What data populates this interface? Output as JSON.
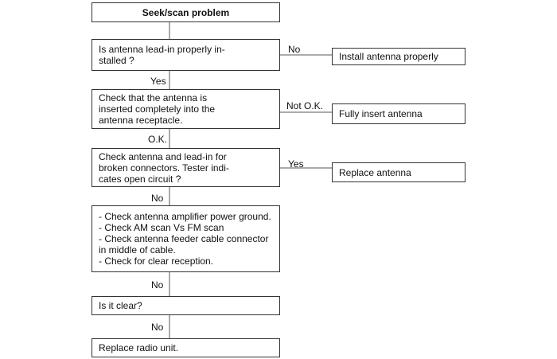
{
  "title": "Seek/scan problem",
  "steps": {
    "q1": "Is antenna lead-in properly in-\nstalled ?",
    "q2": "Check that the antenna is\ninserted completely into the\nantenna receptacle.",
    "q3": "Check antenna and lead-in for\nbroken connectors. Tester indi-\ncates open circuit ?",
    "checks": "- Check antenna amplifier power ground.\n- Check AM scan Vs FM scan\n- Check antenna feeder cable connector\n   in middle of cable.\n- Check for clear reception.",
    "q4": "Is it clear?",
    "final": "Replace radio unit."
  },
  "actions": {
    "a1": "Install antenna properly",
    "a2": "Fully insert antenna",
    "a3": "Replace antenna"
  },
  "labels": {
    "q1_side": "No",
    "q1_down": "Yes",
    "q2_side": "Not O.K.",
    "q2_down": "O.K.",
    "q3_side": "Yes",
    "q3_down": "No",
    "checks_down": "No",
    "q4_down": "No"
  }
}
